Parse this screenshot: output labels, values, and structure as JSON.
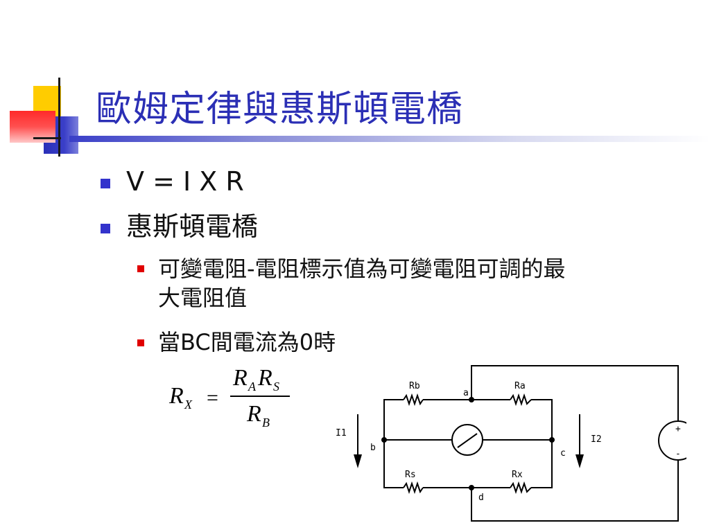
{
  "title": "歐姆定律與惠斯頓電橋",
  "bullets": [
    {
      "text": "V = I X R"
    },
    {
      "text": "惠斯頓電橋"
    }
  ],
  "sub_bullets": [
    {
      "line1": "可變電阻-電阻標示值為可變電阻可調的最",
      "line2": "大電阻值"
    },
    {
      "text": "當BC間電流為0時"
    }
  ],
  "formula": {
    "lhs": "R",
    "lhs_sub": "X",
    "equals": "=",
    "num_a": "R",
    "num_a_sub": "A",
    "num_b": "R",
    "num_b_sub": "S",
    "den": "R",
    "den_sub": "B"
  },
  "circuit": {
    "labels": {
      "Rb": "Rb",
      "Ra": "Ra",
      "Rs": "Rs",
      "Rx": "Rx",
      "a": "a",
      "b": "b",
      "c": "c",
      "d": "d",
      "I1": "I1",
      "I2": "I2",
      "plus": "+",
      "minus": "-"
    }
  },
  "colors": {
    "title": "#2b2fb5",
    "bullet_level1": "#3333cc",
    "bullet_level2": "#e00000"
  }
}
